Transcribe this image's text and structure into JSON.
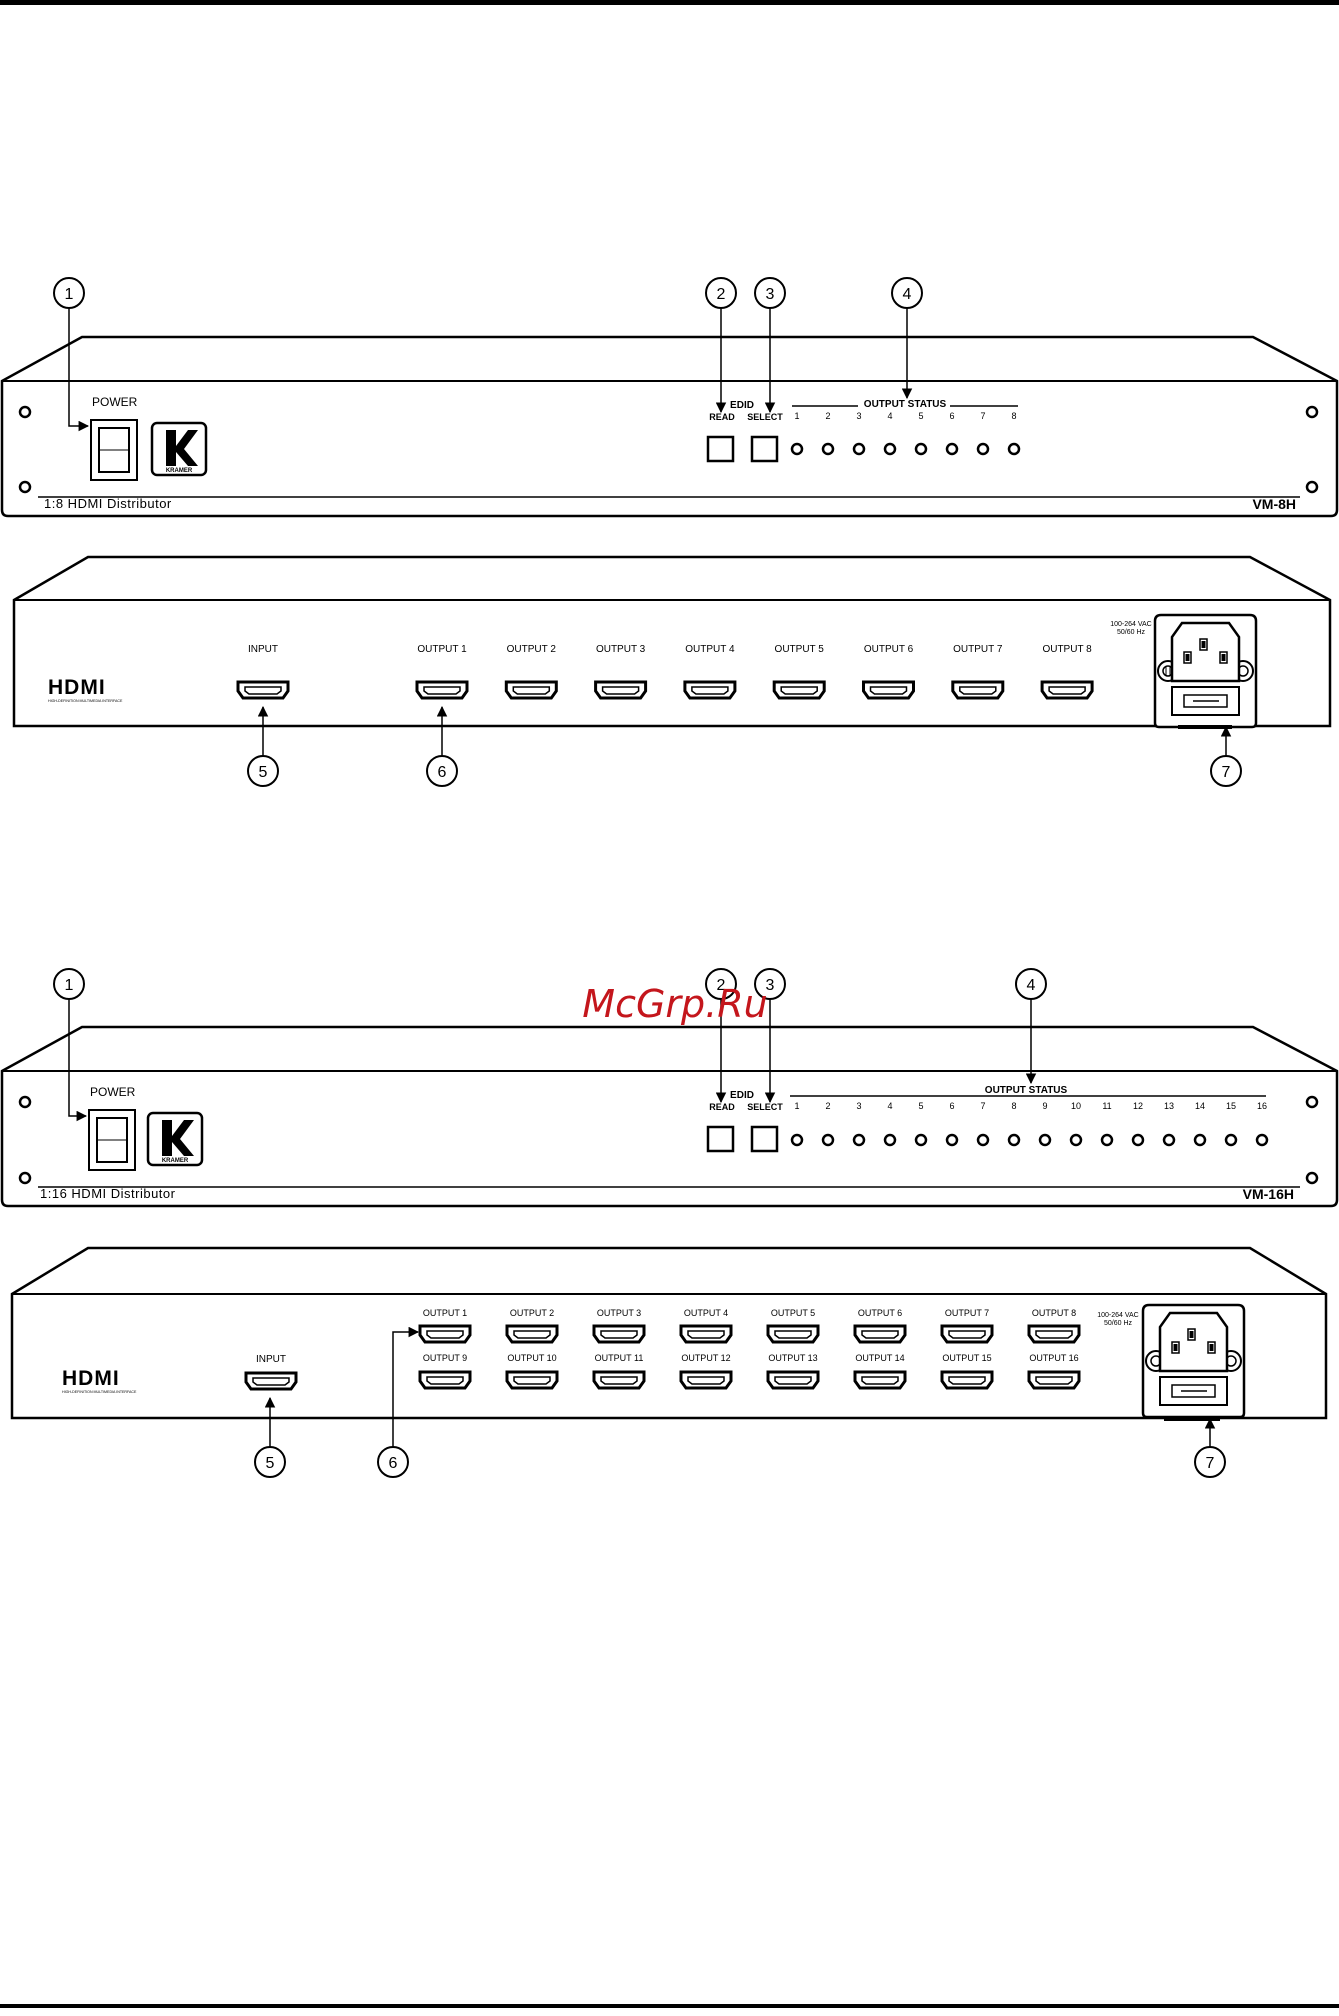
{
  "watermark": "McGrp.Ru",
  "callouts": [
    "1",
    "2",
    "3",
    "4",
    "5",
    "6",
    "7"
  ],
  "vm8": {
    "front": {
      "power_label": "POWER",
      "brand": "KRAMER",
      "edid_label": "EDID",
      "read_label": "READ",
      "select_label": "SELECT",
      "output_status_label": "OUTPUT STATUS",
      "led_numbers": [
        "1",
        "2",
        "3",
        "4",
        "5",
        "6",
        "7",
        "8"
      ],
      "description": "1:8 HDMI Distributor",
      "model": "VM-8H"
    },
    "rear": {
      "hdmi_logo": "HDMI",
      "hdmi_tagline": "HIGH-DEFINITION MULTIMEDIA INTERFACE",
      "input_label": "INPUT",
      "outputs": [
        "OUTPUT 1",
        "OUTPUT 2",
        "OUTPUT 3",
        "OUTPUT 4",
        "OUTPUT 5",
        "OUTPUT 6",
        "OUTPUT 7",
        "OUTPUT 8"
      ],
      "power_rating_1": "100-264 VAC",
      "power_rating_2": "50/60 Hz"
    }
  },
  "vm16": {
    "front": {
      "power_label": "POWER",
      "brand": "KRAMER",
      "edid_label": "EDID",
      "read_label": "READ",
      "select_label": "SELECT",
      "output_status_label": "OUTPUT STATUS",
      "led_numbers": [
        "1",
        "2",
        "3",
        "4",
        "5",
        "6",
        "7",
        "8",
        "9",
        "10",
        "11",
        "12",
        "13",
        "14",
        "15",
        "16"
      ],
      "description": "1:16 HDMI Distributor",
      "model": "VM-16H"
    },
    "rear": {
      "hdmi_logo": "HDMI",
      "hdmi_tagline": "HIGH-DEFINITION MULTIMEDIA INTERFACE",
      "input_label": "INPUT",
      "outputs_top": [
        "OUTPUT 1",
        "OUTPUT 2",
        "OUTPUT 3",
        "OUTPUT 4",
        "OUTPUT 5",
        "OUTPUT 6",
        "OUTPUT 7",
        "OUTPUT 8"
      ],
      "outputs_bottom": [
        "OUTPUT 9",
        "OUTPUT 10",
        "OUTPUT 11",
        "OUTPUT 12",
        "OUTPUT 13",
        "OUTPUT 14",
        "OUTPUT 15",
        "OUTPUT 16"
      ],
      "power_rating_1": "100-264 VAC",
      "power_rating_2": "50/60 Hz"
    }
  }
}
